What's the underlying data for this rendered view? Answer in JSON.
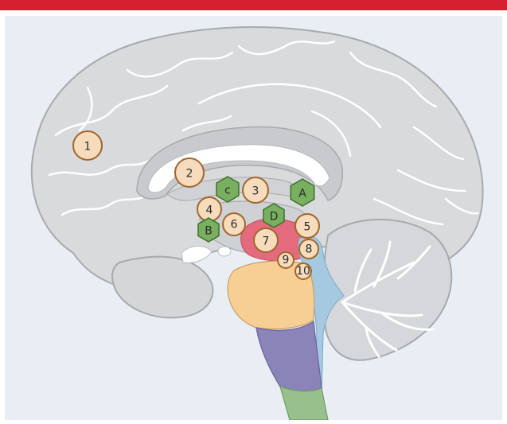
{
  "colors": {
    "header_bar": "#d71f32",
    "panel_background": "#e9eef5",
    "brain_fill": "#d9dadc",
    "brain_stroke": "#a7a9ad",
    "numbered_marker_fill": "#f6dcbc",
    "numbered_marker_stroke": "#a1662d",
    "lettered_marker_fill": "#78b060",
    "lettered_marker_stroke": "#3d6f2d",
    "thalamus_pink": "#e36b7d",
    "pons_orange": "#f7cf94",
    "medulla_purple": "#8a84b8",
    "spinal_green": "#97c08d",
    "ventricle_blue": "#a5c9e0"
  },
  "numbered_markers": [
    {
      "id": "m1",
      "label": "1"
    },
    {
      "id": "m2",
      "label": "2"
    },
    {
      "id": "m3",
      "label": "3"
    },
    {
      "id": "m4",
      "label": "4"
    },
    {
      "id": "m5",
      "label": "5"
    },
    {
      "id": "m6",
      "label": "6"
    },
    {
      "id": "m7",
      "label": "7"
    },
    {
      "id": "m8",
      "label": "8"
    },
    {
      "id": "m9",
      "label": "9"
    },
    {
      "id": "m10",
      "label": "10"
    }
  ],
  "lettered_markers": [
    {
      "id": "mA",
      "label": "A"
    },
    {
      "id": "mB",
      "label": "B"
    },
    {
      "id": "mC",
      "label": "c"
    },
    {
      "id": "mD",
      "label": "D"
    }
  ]
}
